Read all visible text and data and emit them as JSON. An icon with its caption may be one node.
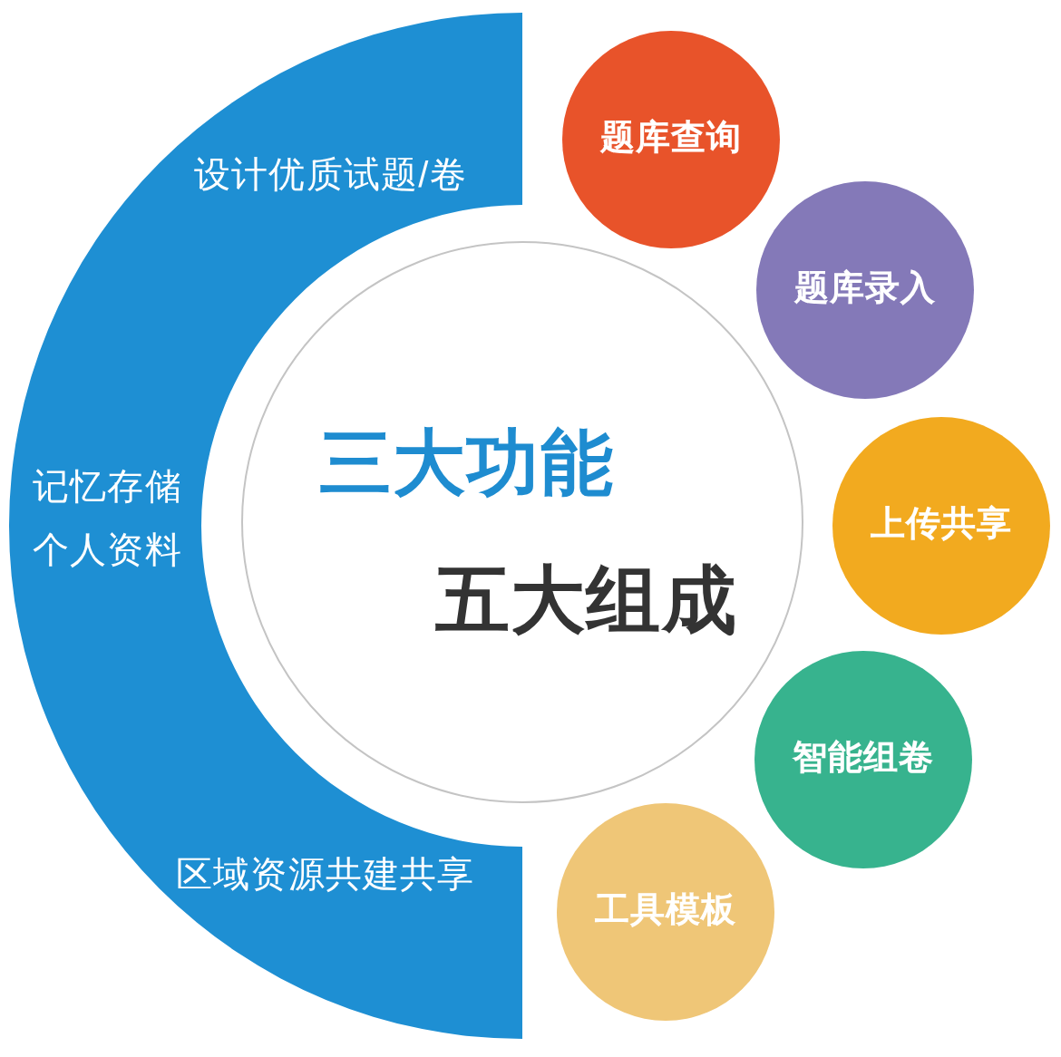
{
  "diagram": {
    "nodes": [
      {
        "text": [
          "设计优质试题/卷",
          "记忆存储个人资料",
          "区域资源共建共享"
        ]
      },
      {
        "text": [
          "三大功能",
          "五大组成"
        ]
      },
      {
        "text": [
          "题库查询"
        ]
      },
      {
        "text": [
          "题库录入"
        ]
      },
      {
        "text": [
          "上传共享"
        ]
      },
      {
        "text": [
          "智能组卷"
        ]
      },
      {
        "text": [
          "工具模板"
        ]
      }
    ]
  }
}
